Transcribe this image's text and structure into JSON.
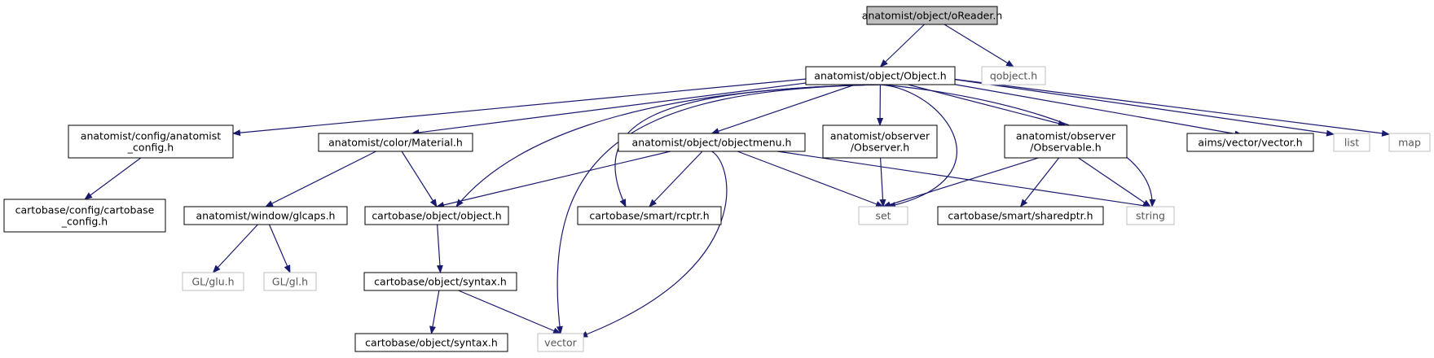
{
  "colors": {
    "edge": "#191970",
    "node_border": "#000000",
    "external_border": "#bfbfbf",
    "root_fill": "#bfbfbf",
    "node_fill": "#ffffff"
  },
  "nodes": [
    {
      "id": "oreader",
      "lines": [
        "anatomist/object/oReader.h"
      ],
      "kind": "root"
    },
    {
      "id": "object",
      "lines": [
        "anatomist/object/Object.h"
      ],
      "kind": "normal"
    },
    {
      "id": "qobject",
      "lines": [
        "qobject.h"
      ],
      "kind": "external"
    },
    {
      "id": "anaconfig",
      "lines": [
        "anatomist/config/anatomist",
        "_config.h"
      ],
      "kind": "normal"
    },
    {
      "id": "material",
      "lines": [
        "anatomist/color/Material.h"
      ],
      "kind": "normal"
    },
    {
      "id": "objectmenu",
      "lines": [
        "anatomist/object/objectmenu.h"
      ],
      "kind": "normal"
    },
    {
      "id": "observer",
      "lines": [
        "anatomist/observer",
        "/Observer.h"
      ],
      "kind": "normal"
    },
    {
      "id": "observable",
      "lines": [
        "anatomist/observer",
        "/Observable.h"
      ],
      "kind": "normal"
    },
    {
      "id": "aimsvector",
      "lines": [
        "aims/vector/vector.h"
      ],
      "kind": "normal"
    },
    {
      "id": "list",
      "lines": [
        "list"
      ],
      "kind": "external"
    },
    {
      "id": "map",
      "lines": [
        "map"
      ],
      "kind": "external"
    },
    {
      "id": "cartoconfig",
      "lines": [
        "cartobase/config/cartobase",
        "_config.h"
      ],
      "kind": "normal"
    },
    {
      "id": "glcaps",
      "lines": [
        "anatomist/window/glcaps.h"
      ],
      "kind": "normal"
    },
    {
      "id": "cobject",
      "lines": [
        "cartobase/object/object.h"
      ],
      "kind": "normal"
    },
    {
      "id": "rcptr",
      "lines": [
        "cartobase/smart/rcptr.h"
      ],
      "kind": "normal"
    },
    {
      "id": "set",
      "lines": [
        "set"
      ],
      "kind": "external"
    },
    {
      "id": "sharedptr",
      "lines": [
        "cartobase/smart/sharedptr.h"
      ],
      "kind": "normal"
    },
    {
      "id": "string",
      "lines": [
        "string"
      ],
      "kind": "external"
    },
    {
      "id": "glu",
      "lines": [
        "GL/glu.h"
      ],
      "kind": "external"
    },
    {
      "id": "gl",
      "lines": [
        "GL/gl.h"
      ],
      "kind": "external"
    },
    {
      "id": "syntax",
      "lines": [
        "cartobase/object/syntax.h"
      ],
      "kind": "normal"
    },
    {
      "id": "syntax2",
      "lines": [
        "cartobase/object/syntax.h"
      ],
      "kind": "normal"
    },
    {
      "id": "vector",
      "lines": [
        "vector"
      ],
      "kind": "external"
    }
  ],
  "edges": [
    [
      "oreader",
      "object"
    ],
    [
      "oreader",
      "qobject"
    ],
    [
      "object",
      "anaconfig"
    ],
    [
      "object",
      "material"
    ],
    [
      "object",
      "cobject"
    ],
    [
      "object",
      "vector"
    ],
    [
      "object",
      "rcptr"
    ],
    [
      "object",
      "objectmenu"
    ],
    [
      "object",
      "observer"
    ],
    [
      "object",
      "set"
    ],
    [
      "object",
      "observable"
    ],
    [
      "object",
      "string"
    ],
    [
      "object",
      "aimsvector"
    ],
    [
      "object",
      "list"
    ],
    [
      "object",
      "map"
    ],
    [
      "anaconfig",
      "cartoconfig"
    ],
    [
      "material",
      "glcaps"
    ],
    [
      "material",
      "cobject"
    ],
    [
      "glcaps",
      "glu"
    ],
    [
      "glcaps",
      "gl"
    ],
    [
      "cobject",
      "syntax"
    ],
    [
      "syntax",
      "syntax2"
    ],
    [
      "syntax",
      "vector"
    ],
    [
      "objectmenu",
      "cobject"
    ],
    [
      "objectmenu",
      "rcptr"
    ],
    [
      "objectmenu",
      "vector"
    ],
    [
      "objectmenu",
      "set"
    ],
    [
      "objectmenu",
      "string"
    ],
    [
      "observer",
      "set"
    ],
    [
      "observable",
      "set"
    ],
    [
      "observable",
      "sharedptr"
    ],
    [
      "observable",
      "string"
    ]
  ]
}
